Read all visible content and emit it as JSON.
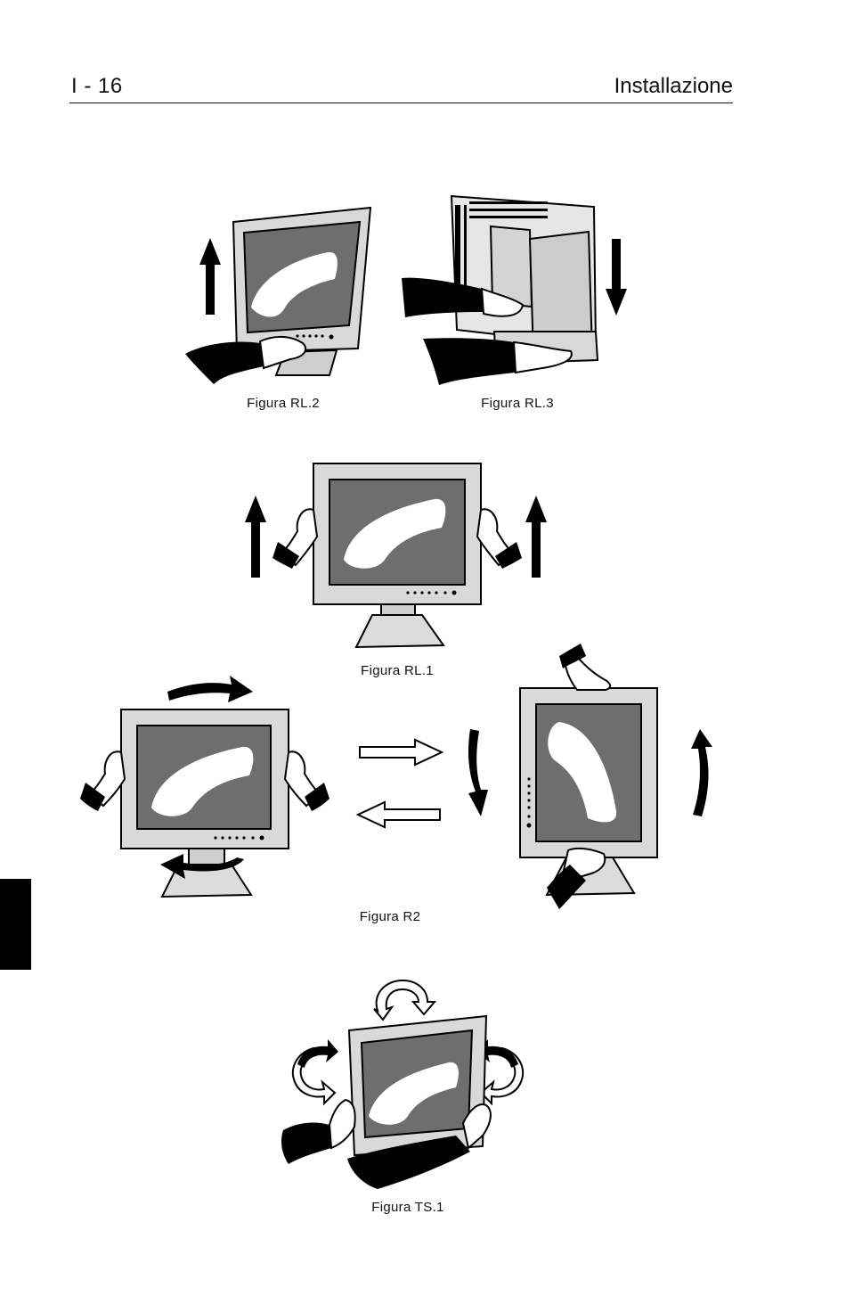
{
  "header": {
    "page_number": "I - 16",
    "section_title": "Installazione"
  },
  "figures": {
    "rl2": {
      "caption": "Figura RL.2"
    },
    "rl3": {
      "caption": "Figura RL.3"
    },
    "rl1": {
      "caption": "Figura RL.1"
    },
    "r2": {
      "caption": "Figura R2"
    },
    "ts1": {
      "caption": "Figura TS.1"
    }
  }
}
